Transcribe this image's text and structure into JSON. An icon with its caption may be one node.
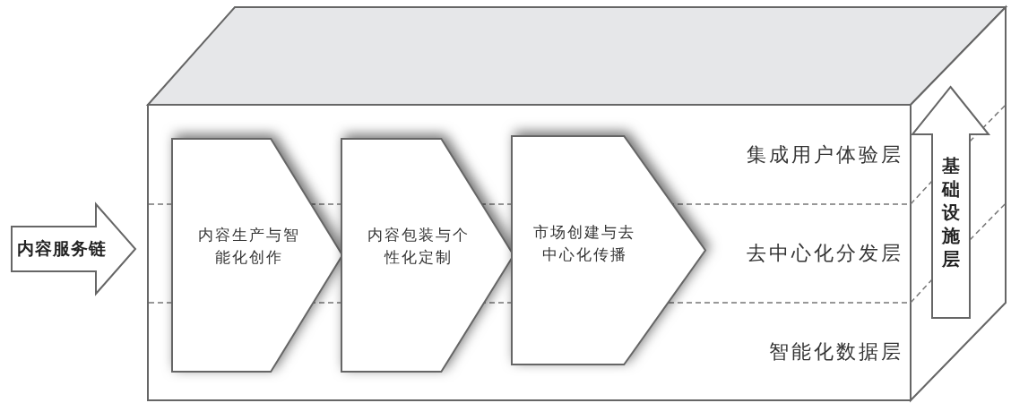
{
  "diagram": {
    "nodes": [
      {
        "text": [
          "内容服务链"
        ]
      },
      {
        "text": [
          "内容生产与智能化创作"
        ]
      },
      {
        "text": [
          "内容包装与个性化定制"
        ]
      },
      {
        "text": [
          "市场创建与去中心化传播"
        ]
      },
      {
        "text": [
          "基础设施层"
        ]
      }
    ],
    "labels": [
      "集成用户体验层",
      "去中心化分发层",
      "智能化数据层"
    ]
  }
}
